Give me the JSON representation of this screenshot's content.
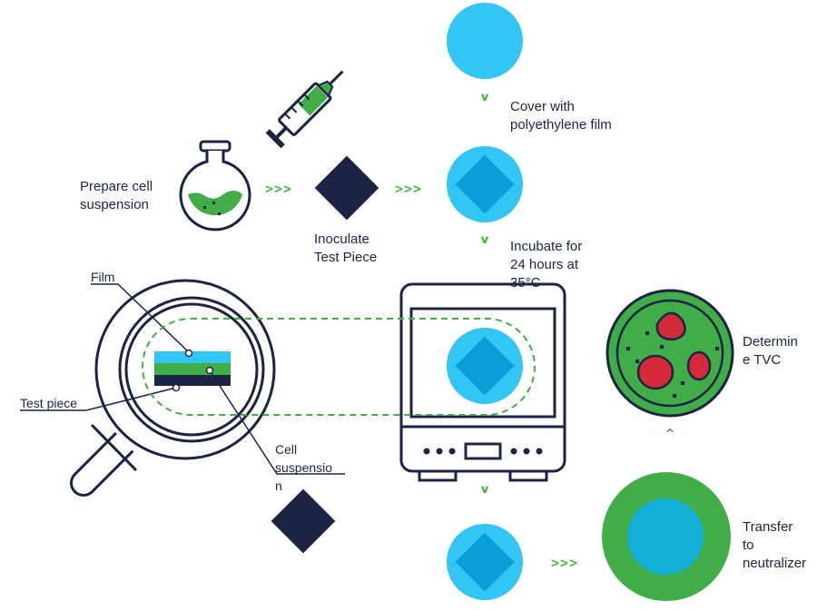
{
  "steps": {
    "prepare": "Prepare cell\nsuspension",
    "inoculate": "Inoculate\nTest Piece",
    "cover": "Cover with\npolyethylene film",
    "incubate": "Incubate for\n24  hours at\n35°C",
    "determine": "Determin\ne  TVC",
    "transfer": "Transfer\nto\nneutralizer"
  },
  "magnifier_labels": {
    "film": "Film",
    "test_piece": "Test piece",
    "cell_suspension": "Cell\nsuspensio\nn"
  },
  "arrows": {
    "right": ">>>",
    "down": "v",
    "up": "^"
  },
  "colors": {
    "navy": "#1c2444",
    "green": "#40ad48",
    "light_blue": "#33c5f3",
    "mid_blue": "#0c9ed8",
    "red": "#d42b3a",
    "arrow_green": "#4fb544"
  }
}
